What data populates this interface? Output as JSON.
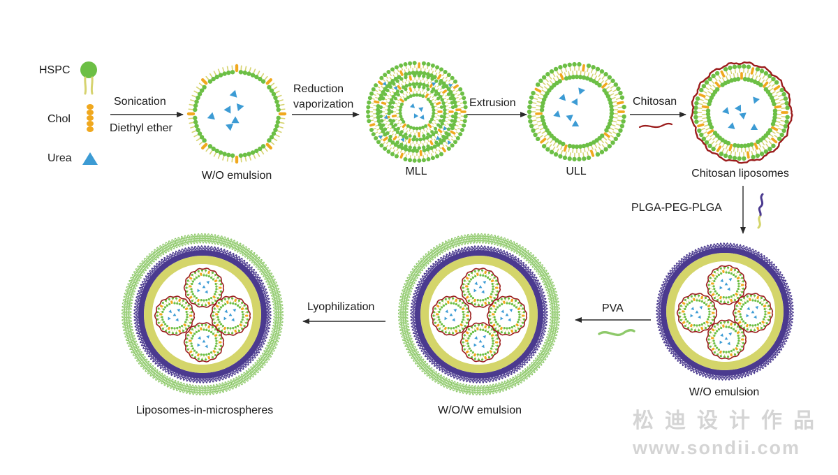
{
  "legend": {
    "hspc": "HSPC",
    "chol": "Chol",
    "urea": "Urea"
  },
  "steps": {
    "sonication": "Sonication",
    "diethyl_ether": "Diethyl ether",
    "reduction": "Reduction",
    "vaporization": "vaporization",
    "extrusion": "Extrusion",
    "chitosan": "Chitosan",
    "plga": "PLGA-PEG-PLGA",
    "pva": "PVA",
    "lyophilization": "Lyophilization"
  },
  "stages": {
    "wo_emulsion_1": "W/O emulsion",
    "mll": "MLL",
    "ull": "ULL",
    "chitosan_liposomes": "Chitosan liposomes",
    "wo_emulsion_2": "W/O emulsion",
    "wow_emulsion": "W/O/W emulsion",
    "lims": "Liposomes-in-microspheres"
  },
  "watermark": {
    "cn": "松迪设计作品",
    "url": "www.sondii.com"
  },
  "colors": {
    "lipid_head": "#6cbf45",
    "lipid_tail": "#d6d36f",
    "cholesterol": "#f0a81e",
    "urea": "#3c9bd4",
    "chitosan": "#9b1c1c",
    "plga_purple": "#4b3a8f",
    "peg_yellow": "#d4d56a",
    "pva_green": "#8ec96a"
  }
}
